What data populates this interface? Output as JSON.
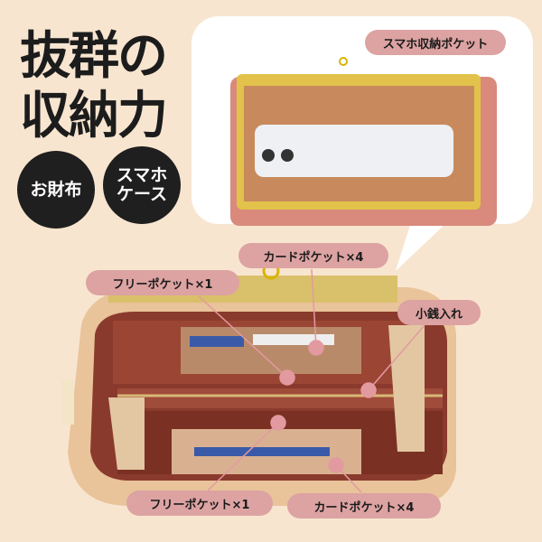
{
  "headline": {
    "line1": "抜群の",
    "line2": "収納力"
  },
  "badges": {
    "wallet": "お財布",
    "phone_line1": "スマホ",
    "phone_line2": "ケース"
  },
  "labels": {
    "phone_pocket": "スマホ収納ポケット",
    "card_pocket_top": "カードポケット×4",
    "free_pocket_top": "フリーポケット×1",
    "coin_purse": "小銭入れ",
    "free_pocket_bottom": "フリーポケット×1",
    "card_pocket_bottom": "カードポケット×4"
  },
  "colors": {
    "background": "#f8e5d0",
    "label": "#dca3a2",
    "badge": "#1f1f1f"
  }
}
